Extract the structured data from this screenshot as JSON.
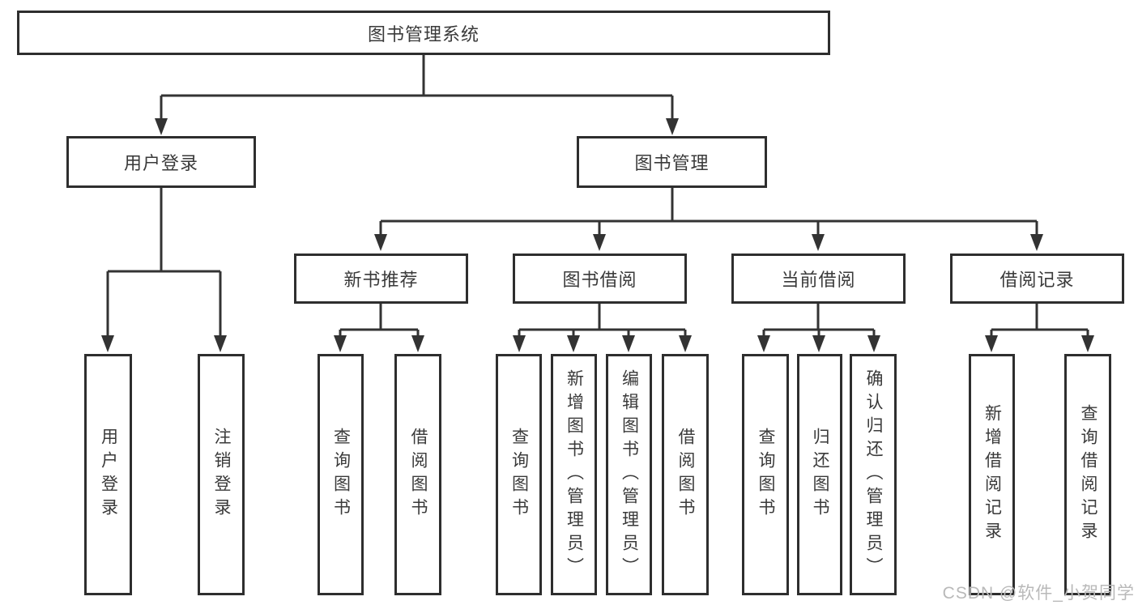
{
  "diagram": {
    "root": {
      "label": "图书管理系统"
    },
    "level2": [
      {
        "label": "用户登录"
      },
      {
        "label": "图书管理"
      }
    ],
    "level3": [
      {
        "label": "新书推荐"
      },
      {
        "label": "图书借阅"
      },
      {
        "label": "当前借阅"
      },
      {
        "label": "借阅记录"
      }
    ],
    "leaves": {
      "user_login": [
        "用户登录",
        "注销登录"
      ],
      "new_books": [
        "查询图书",
        "借阅图书"
      ],
      "book_borrow": [
        "查询图书",
        "新增图书（管理员）",
        "编辑图书（管理员）",
        "借阅图书"
      ],
      "current_borrow": [
        "查询图书",
        "归还图书",
        "确认归还（管理员）"
      ],
      "borrow_records": [
        "新增借阅记录",
        "查询借阅记录"
      ]
    }
  },
  "watermark": {
    "text": "CSDN @软件_小贺同学"
  },
  "colors": {
    "line": "#333333",
    "border": "#2e2e2e",
    "text": "#3a3a3a",
    "watermark": "#b9b9b9",
    "background": "#ffffff"
  }
}
